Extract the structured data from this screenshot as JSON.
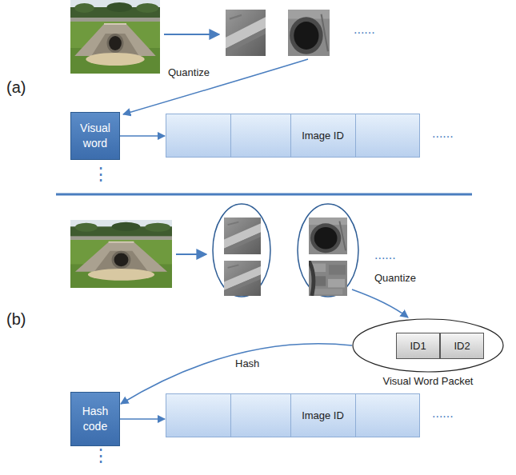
{
  "diagram": {
    "nodes": [
      {
        "text": [
          "Visual word"
        ]
      },
      {
        "text": [
          "Image ID"
        ]
      },
      {
        "text": [
          "Visual Word Packet"
        ]
      },
      {
        "text": [
          "ID1"
        ],
        "in": 2
      },
      {
        "text": [
          "ID2"
        ],
        "in": 2
      },
      {
        "text": [
          "Hash code"
        ]
      },
      {
        "text": [
          "Image ID"
        ]
      }
    ],
    "edges": [
      {
        "from": 0,
        "to": 1,
        "arrow": "to"
      },
      {
        "from": 2,
        "to": 5,
        "label": "Hash",
        "arrow": "to"
      },
      {
        "from": 5,
        "to": 6,
        "arrow": "to"
      }
    ],
    "labels": [
      "(a)",
      "......",
      "Quantize",
      "......",
      "⋮",
      "(b)",
      "......",
      "Quantize",
      "......",
      "⋮"
    ]
  }
}
